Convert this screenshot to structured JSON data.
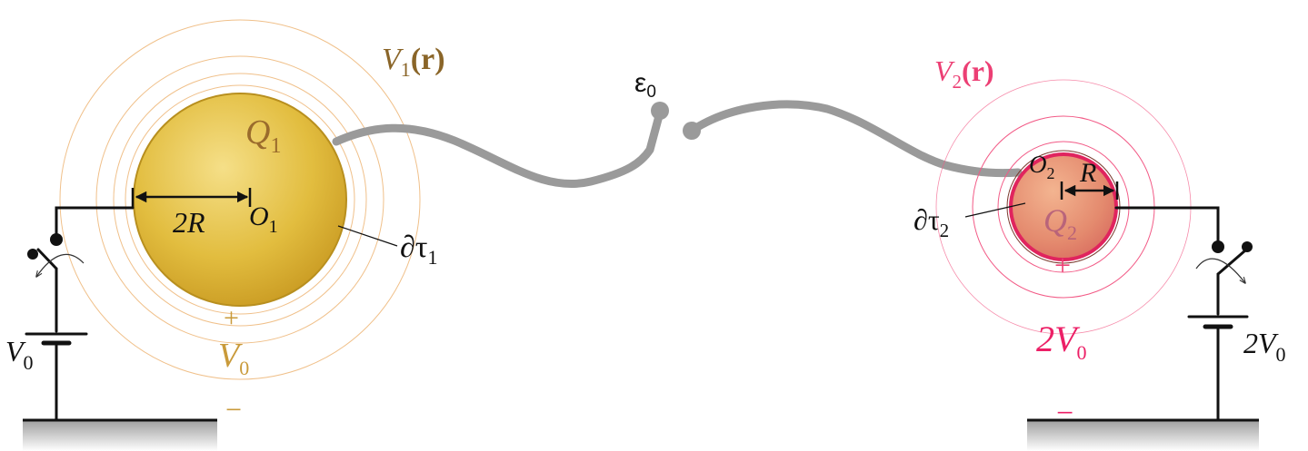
{
  "colors": {
    "wire": "#9a9a9a",
    "circuit": "#111111",
    "left_sphere_fill": "#e2bd3f",
    "left_sphere_edge": "#b88f1e",
    "left_ring": "#f0c08a",
    "left_label": "#8a6528",
    "plus_minus_left": "#c99a3a",
    "right_sphere_fill": "#e08a70",
    "right_sphere_edge": "#e0245e",
    "right_ring": "#f25a86",
    "right_label": "#ec3f74",
    "ground_shadow": "#b5b5b5"
  },
  "labels": {
    "epsilon": "ε",
    "epsilon_sub": "0",
    "left": {
      "potential_V": "V",
      "potential_sub": "1",
      "potential_arg": "(r)",
      "charge_Q": "Q",
      "charge_sub": "1",
      "radius": "2R",
      "center_O": "O",
      "center_sub": "1",
      "surface": "∂τ",
      "surface_sub": "1",
      "plus": "+",
      "minus": "−",
      "sphere_V": "V",
      "sphere_V_sub": "0",
      "battery_V": "V",
      "battery_sub": "0"
    },
    "right": {
      "potential_V": "V",
      "potential_sub": "2",
      "potential_arg": "(r)",
      "center_O": "O",
      "center_sub": "2",
      "radius": "R",
      "charge_Q": "Q",
      "charge_sub": "2",
      "surface": "∂τ",
      "surface_sub": "2",
      "plus": "+",
      "minus": "−",
      "sphere_V": "2V",
      "sphere_V_sub": "0",
      "battery_V": "2V",
      "battery_sub": "0"
    }
  }
}
